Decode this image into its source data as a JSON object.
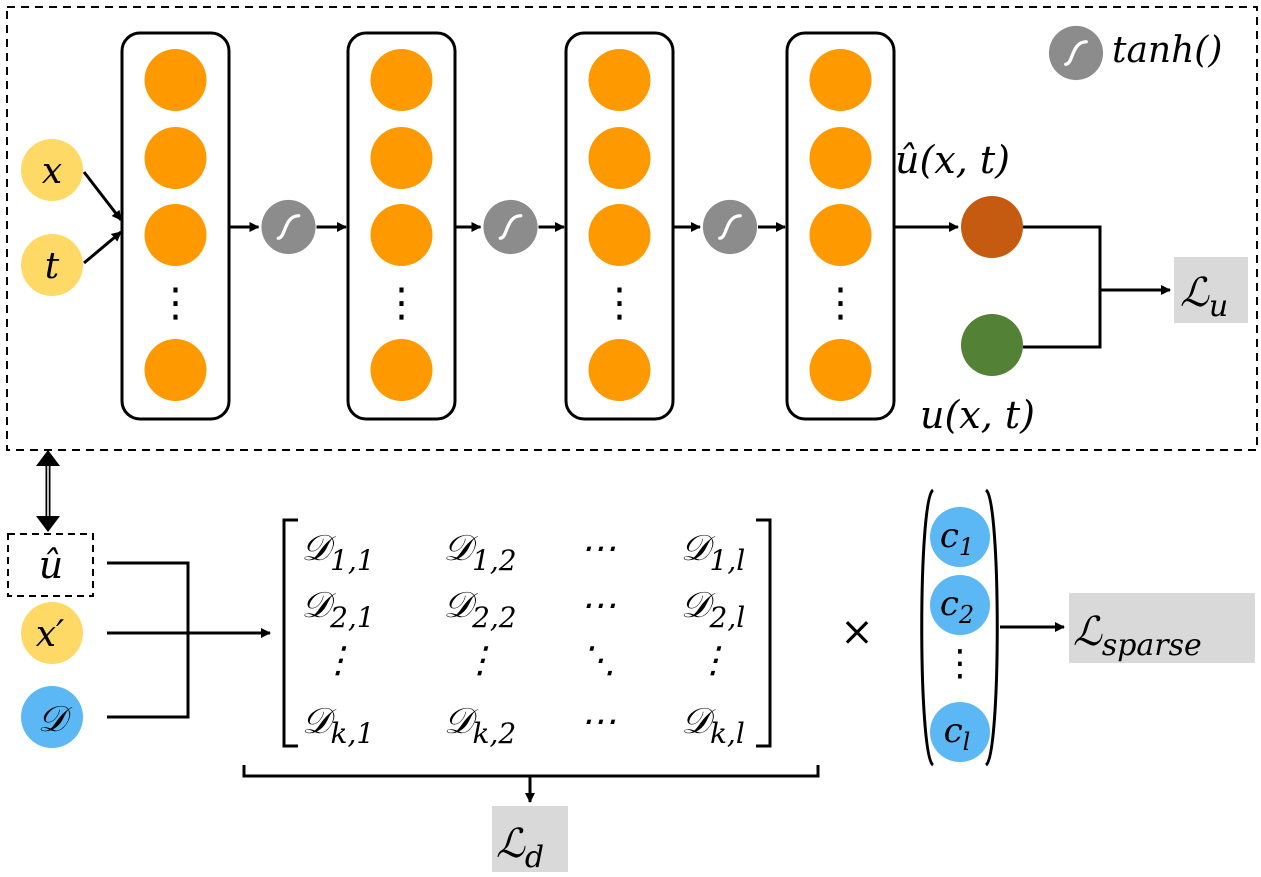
{
  "colors": {
    "input_yellow": "#FFD966",
    "neuron_orange": "#FF9900",
    "activation_gray": "#8C8C8C",
    "pred_brown": "#C55A11",
    "true_green": "#538135",
    "coef_blue": "#5BB8F5",
    "loss_box_gray": "#D9D9D9",
    "line_black": "#000000"
  },
  "legend": {
    "icon": "tanh-activation-icon",
    "label": "tanh()"
  },
  "inputs": {
    "x": "x",
    "t": "t"
  },
  "hidden_layers": {
    "count": 4,
    "ellipsis": "⋮"
  },
  "activations": {
    "count": 3,
    "icon": "tanh-activation-icon"
  },
  "outputs": {
    "pred_label": "û(x, t)",
    "true_label": "u(x, t)"
  },
  "losses": {
    "u": {
      "base": "ℒ",
      "sub": "u"
    },
    "sparse": {
      "base": "ℒ",
      "sub": "sparse"
    },
    "d": {
      "base": "ℒ",
      "sub": "d"
    }
  },
  "library_inputs": {
    "u_hat": "û",
    "x_prime": "x′",
    "D": "𝒟"
  },
  "matrix": {
    "rows": [
      [
        "𝒟1,1",
        "𝒟1,2",
        "⋯",
        "𝒟1,l"
      ],
      [
        "𝒟2,1",
        "𝒟2,2",
        "⋯",
        "𝒟2,l"
      ],
      [
        "⋮",
        "⋮",
        "⋱",
        "⋮"
      ],
      [
        "𝒟k,1",
        "𝒟k,2",
        "⋯",
        "𝒟k,l"
      ]
    ]
  },
  "times": "×",
  "coefficients": {
    "items": [
      "c1",
      "c2",
      "cl"
    ],
    "ellipsis": "⋮"
  }
}
